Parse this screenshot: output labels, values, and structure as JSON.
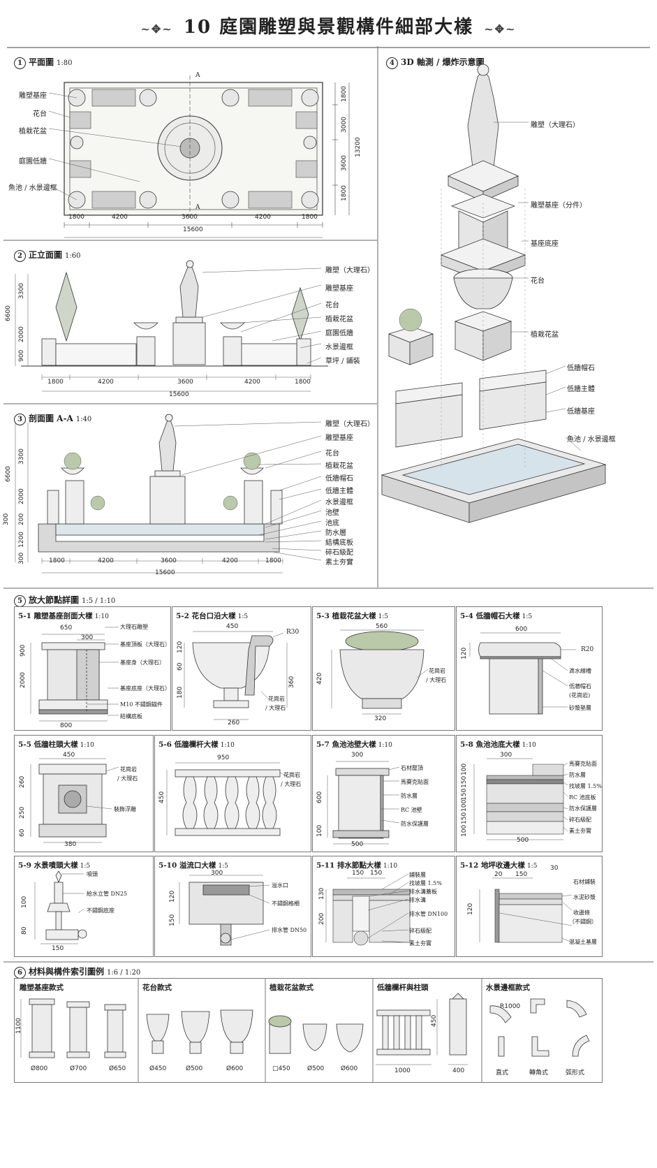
{
  "title": "10 庭園雕塑與景觀構件細部大樣",
  "s1": {
    "num": "1",
    "name": "平面圖",
    "scale": "1:80",
    "labels": [
      "雕塑基座",
      "花台",
      "植栽花盆",
      "庭園低牆",
      "魚池 / 水景邊框"
    ],
    "cut": "A",
    "dims": [
      "1800",
      "4200",
      "3600",
      "4200",
      "1800"
    ],
    "total": "15600",
    "vdims": [
      "1800",
      "3000",
      "3600",
      "1800"
    ],
    "vtotal": "13200"
  },
  "s2": {
    "num": "2",
    "name": "正立面圖",
    "scale": "1:60",
    "labels": [
      "雕塑（大理石）",
      "雕塑基座",
      "花台",
      "植栽花盆",
      "庭園低牆",
      "水景邊框",
      "草坪 / 鋪裝"
    ],
    "dims": [
      "1800",
      "4200",
      "3600",
      "4200",
      "1800"
    ],
    "total": "15600",
    "vdims": [
      "3300",
      "2000",
      "900"
    ],
    "vtotal": "6600"
  },
  "s3": {
    "num": "3",
    "name": "剖面圖 A-A",
    "scale": "1:40",
    "labels": [
      "雕塑（大理石）",
      "雕塑基座",
      "花台",
      "植栽花盆",
      "低牆帽石",
      "低牆主體",
      "水景邊框",
      "池壁",
      "池底",
      "防水層",
      "結構底板",
      "碎石級配",
      "素土夯實"
    ],
    "dims": [
      "1800",
      "4200",
      "3600",
      "4200",
      "1800"
    ],
    "total": "15600",
    "vdims": [
      "3300",
      "2000",
      "300",
      "200",
      "1200",
      "300"
    ],
    "vtotal": "6600"
  },
  "s4": {
    "num": "4",
    "name": "3D 軸測 / 爆炸示意圖",
    "labels": [
      "雕塑（大理石）",
      "雕塑基座（分件）",
      "基座底座",
      "花台",
      "植栽花盆",
      "低牆帽石",
      "低牆主體",
      "低牆基座",
      "魚池 / 水景邊框"
    ]
  },
  "s5": {
    "num": "5",
    "name": "放大節點詳圖",
    "scale": "1:5 / 1:10",
    "p1": {
      "id": "5-1",
      "name": "雕塑基座剖面大樣",
      "scale": "1:10",
      "labels": [
        "大理石雕塑",
        "基座頂板（大理石）",
        "基座身（大理石）",
        "基座底座（大理石）",
        "M10 不鏽鋼錨件",
        "結構底板"
      ],
      "dims": [
        "650",
        "300",
        "800"
      ],
      "vdims": [
        "900",
        "2000"
      ]
    },
    "p2": {
      "id": "5-2",
      "name": "花台口沿大樣",
      "scale": "1:5",
      "labels": [
        "R30",
        "花崗岩",
        "/ 大理石"
      ],
      "dims": [
        "450",
        "260"
      ],
      "vdims": [
        "120",
        "60",
        "180",
        "360"
      ]
    },
    "p3": {
      "id": "5-3",
      "name": "植栽花盆大樣",
      "scale": "1:5",
      "labels": [
        "花崗岩",
        "/ 大理石"
      ],
      "dims": [
        "560",
        "320"
      ],
      "vdims": [
        "420"
      ]
    },
    "p4": {
      "id": "5-4",
      "name": "低牆帽石大樣",
      "scale": "1:5",
      "labels": [
        "R20",
        "滴水線槽",
        "低牆帽石",
        "(花崗岩)",
        "砂漿墊層"
      ],
      "dims": [
        "600"
      ],
      "vdims": [
        "120"
      ]
    },
    "p5": {
      "id": "5-5",
      "name": "低牆柱頭大樣",
      "scale": "1:10",
      "labels": [
        "花崗岩",
        "/ 大理石",
        "裝飾浮雕"
      ],
      "dims": [
        "450",
        "380"
      ],
      "vdims": [
        "260",
        "250",
        "60"
      ]
    },
    "p6": {
      "id": "5-6",
      "name": "低牆欄杆大樣",
      "scale": "1:10",
      "labels": [
        "花崗岩",
        "/ 大理石"
      ],
      "dims": [
        "950"
      ],
      "vdims": [
        "450"
      ]
    },
    "p7": {
      "id": "5-7",
      "name": "魚池池壁大樣",
      "scale": "1:10",
      "labels": [
        "石材壓頂",
        "馬賽克貼面",
        "防水層",
        "RC 池壁",
        "防水保護層"
      ],
      "dims": [
        "300",
        "500"
      ],
      "vdims": [
        "600",
        "100"
      ]
    },
    "p8": {
      "id": "5-8",
      "name": "魚池池底大樣",
      "scale": "1:10",
      "labels": [
        "馬賽克貼面",
        "防水層",
        "找坡層 1.5%",
        "RC 池底板",
        "防水保護層",
        "碎石級配",
        "素土夯實"
      ],
      "dims": [
        "300",
        "500"
      ],
      "vdims": [
        "100",
        "150",
        "150",
        "100",
        "150",
        "100"
      ]
    },
    "p9": {
      "id": "5-9",
      "name": "水景噴頭大樣",
      "scale": "1:5",
      "labels": [
        "噴頭",
        "給水立管 DN25",
        "不鏽鋼底座"
      ],
      "dims": [
        "150"
      ],
      "vdims": [
        "100",
        "80"
      ]
    },
    "p10": {
      "id": "5-10",
      "name": "溢流口大樣",
      "scale": "1:5",
      "labels": [
        "溢水口",
        "不鏽鋼格柵",
        "排水管 DN50"
      ],
      "dims": [
        "300"
      ],
      "vdims": [
        "120",
        "150"
      ]
    },
    "p11": {
      "id": "5-11",
      "name": "排水節點大樣",
      "scale": "1:10",
      "labels": [
        "鋪裝層",
        "找坡層 1.5%",
        "排水溝蓋板",
        "排水溝",
        "排水管 DN100",
        "碎石級配",
        "素土夯實"
      ],
      "dims": [
        "150",
        "150"
      ],
      "vdims": [
        "130",
        "200"
      ]
    },
    "p12": {
      "id": "5-12",
      "name": "地坪收邊大樣",
      "scale": "1:5",
      "labels": [
        "石材鋪裝",
        "水泥砂漿",
        "收邊條",
        "（不鏽鋼）",
        "混凝土基層"
      ],
      "dims": [
        "20",
        "150",
        "30"
      ],
      "vdims": [
        "120"
      ]
    }
  },
  "s6": {
    "num": "6",
    "name": "材料與構件索引圖例",
    "scale": "1:6 / 1:20",
    "g1": {
      "name": "雕塑基座款式",
      "vdim": "1100",
      "items": [
        "Ø800",
        "Ø700",
        "Ø650"
      ]
    },
    "g2": {
      "name": "花台款式",
      "items": [
        "Ø450",
        "Ø500",
        "Ø600"
      ]
    },
    "g3": {
      "name": "植栽花盆款式",
      "items": [
        "□450",
        "Ø500",
        "Ø600"
      ]
    },
    "g4": {
      "name": "低牆欄杆與柱頭",
      "vdim": "450",
      "items": [
        "1000",
        "400"
      ]
    },
    "g5": {
      "name": "水景邊框款式",
      "r": "R1000",
      "items": [
        "直式",
        "轉角式",
        "弧形式"
      ]
    }
  }
}
